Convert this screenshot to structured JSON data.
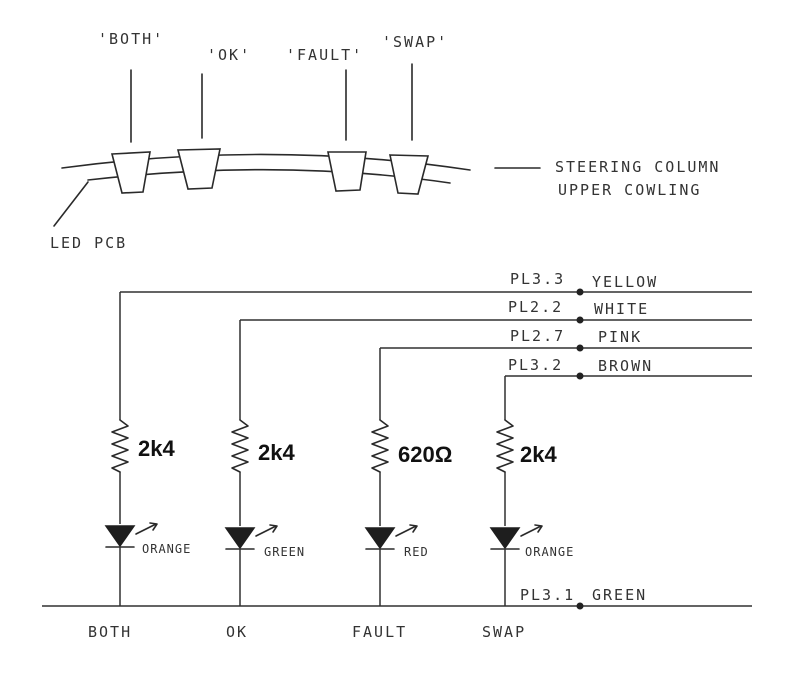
{
  "top_labels": {
    "both": "'BOTH'",
    "ok": "'OK'",
    "fault": "'FAULT'",
    "swap": "'SWAP'"
  },
  "cowling_label_line1": "STEERING COLUMN",
  "cowling_label_line2": "UPPER COWLING",
  "pcb_label": "LED PCB",
  "connectors": [
    {
      "pin": "PL3.3",
      "colour": "YELLOW"
    },
    {
      "pin": "PL2.2",
      "colour": "WHITE"
    },
    {
      "pin": "PL2.7",
      "colour": "PINK"
    },
    {
      "pin": "PL3.2",
      "colour": "BROWN"
    }
  ],
  "ground": {
    "pin": "PL3.1",
    "colour": "GREEN"
  },
  "channels": [
    {
      "resistor": "2k4",
      "led_colour": "ORANGE",
      "name": "BOTH"
    },
    {
      "resistor": "2k4",
      "led_colour": "GREEN",
      "name": "OK"
    },
    {
      "resistor": "620Ω",
      "led_colour": "RED",
      "name": "FAULT"
    },
    {
      "resistor": "2k4",
      "led_colour": "ORANGE",
      "name": "SWAP"
    }
  ]
}
